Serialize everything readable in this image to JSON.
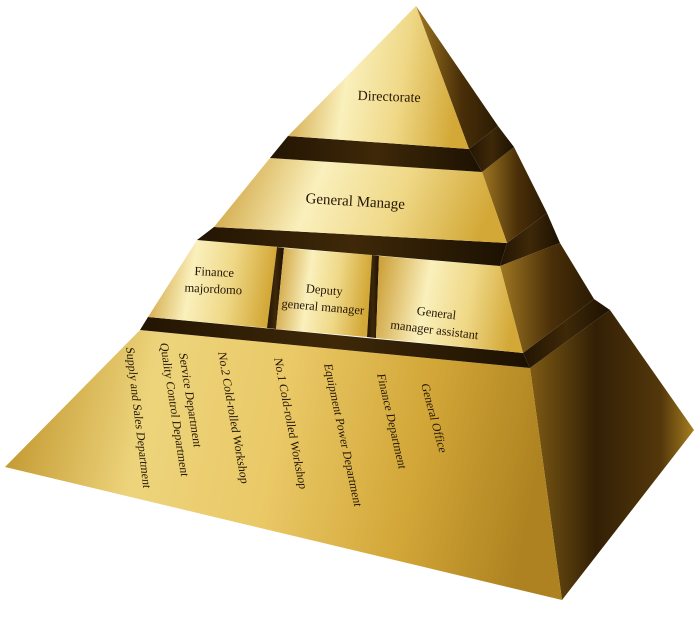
{
  "pyramid": {
    "description": "3D golden organizational pyramid diagram",
    "tier1": {
      "label": "Directorate"
    },
    "tier2": {
      "label": "General Manage"
    },
    "tier3": {
      "blocks": [
        {
          "lines": [
            "Finance",
            "majordomo"
          ]
        },
        {
          "lines": [
            "Deputy",
            "general manager"
          ]
        },
        {
          "lines": [
            "General",
            "manager assistant"
          ]
        }
      ]
    },
    "base": {
      "departments": [
        {
          "lines": [
            "Supply and Sales Department"
          ]
        },
        {
          "lines": [
            "Quality Control Department",
            "Service Department"
          ]
        },
        {
          "lines": [
            "No.2 Cold-rolled Workshop"
          ]
        },
        {
          "lines": [
            "No.1 Cold-rolled Workshop"
          ]
        },
        {
          "lines": [
            "Equipment Power Department"
          ]
        },
        {
          "lines": [
            "Finance Department"
          ]
        },
        {
          "lines": [
            "General Office"
          ]
        }
      ]
    },
    "colors": {
      "gold_highlight": "#FAF0BC",
      "gold_mid": "#E3BC4E",
      "gold_deep": "#BC8F24",
      "side_shadow_brown": "#4A2F08",
      "gap_dark_brown": "#2A1A04",
      "text_dark": "#241603",
      "background": "#FFFFFF"
    }
  }
}
